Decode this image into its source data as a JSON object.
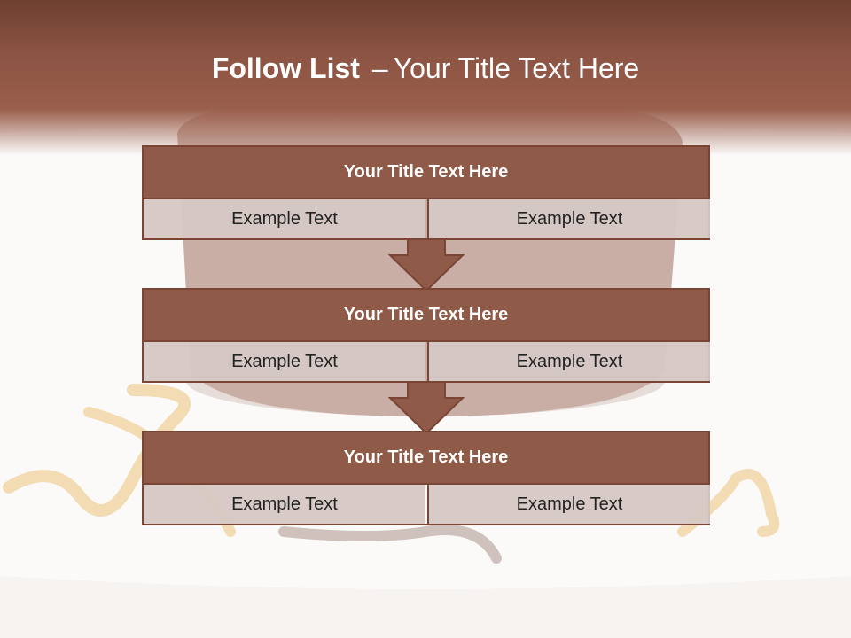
{
  "slide": {
    "title_bold": "Follow List",
    "title_sep": "–",
    "title_rest": "Your Title Text Here"
  },
  "steps": [
    {
      "title": "Your Title Text Here",
      "left": "Example Text",
      "right": "Example Text"
    },
    {
      "title": "Your Title Text Here",
      "left": "Example Text",
      "right": "Example Text"
    },
    {
      "title": "Your Title Text Here",
      "left": "Example Text",
      "right": "Example Text"
    }
  ],
  "colors": {
    "header_dark": "#6e3f30",
    "box_header": "#8f5a48",
    "box_border": "#7a4535",
    "cell_fill": "#d6c8c4"
  }
}
